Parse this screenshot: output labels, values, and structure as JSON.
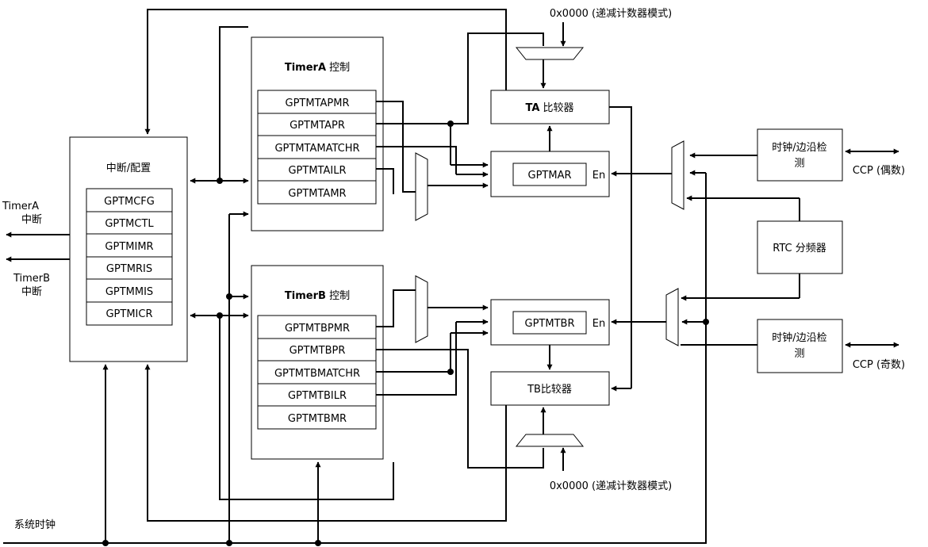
{
  "top_label": "0x0000 (递减计数器模式)",
  "bottom_label": "0x0000 (递减计数器模式)",
  "system_clock": "系统时钟",
  "interrupt_block": {
    "title": "中断/配置",
    "registers": [
      "GPTMCFG",
      "GPTMCTL",
      "GPTMIMR",
      "GPTMRIS",
      "GPTMMIS",
      "GPTMICR"
    ]
  },
  "timer_a_out": {
    "name": "TimerA",
    "sub": "中断"
  },
  "timer_b_out": {
    "name": "TimerB",
    "sub": "中断"
  },
  "timer_a": {
    "title_bold": "TimerA",
    "title_rest": " 控制",
    "registers": [
      "GPTMTAPMR",
      "GPTMTAPR",
      "GPTMTAMATCHR",
      "GPTMTAILR",
      "GPTMTAMR"
    ]
  },
  "timer_b": {
    "title_bold": "TimerB",
    "title_rest": " 控制",
    "registers": [
      "GPTMTBPMR",
      "GPTMTBPR",
      "GPTMTBMATCHR",
      "GPTMTBILR",
      "GPTMTBMR"
    ]
  },
  "ta_comparator": {
    "bold": "TA",
    "rest": " 比较器"
  },
  "tb_comparator": {
    "text": "TB比较器"
  },
  "gptmar": {
    "reg": "GPTMAR",
    "en": "En"
  },
  "gptmtbr": {
    "reg": "GPTMTBR",
    "en": "En"
  },
  "clock_edge_even": {
    "line1": "时钟/边沿检",
    "line2": "测"
  },
  "clock_edge_odd": {
    "line1": "时钟/边沿检",
    "line2": "测"
  },
  "rtc": "RTC 分频器",
  "ccp_even": "CCP (偶数)",
  "ccp_odd": "CCP (奇数)"
}
